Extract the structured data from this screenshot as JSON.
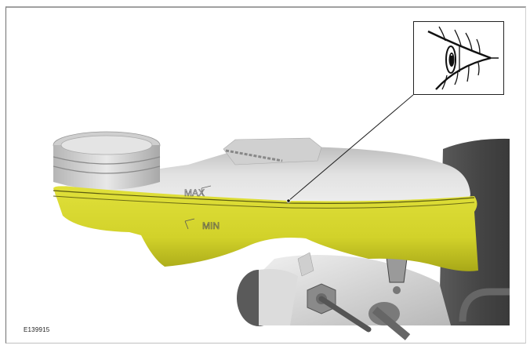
{
  "figure": {
    "id_label": "E139915",
    "reservoir_labels": {
      "max": "MAX",
      "min": "MIN"
    },
    "inset": {
      "icon": "eye-icon",
      "meaning": "visual inspection"
    },
    "colors": {
      "highlight_yellow": "#d4d42a",
      "reservoir_gray": "#d9d9d9",
      "background_dark": "#4a4a4a",
      "frame_border": "#a0a0a0"
    }
  }
}
